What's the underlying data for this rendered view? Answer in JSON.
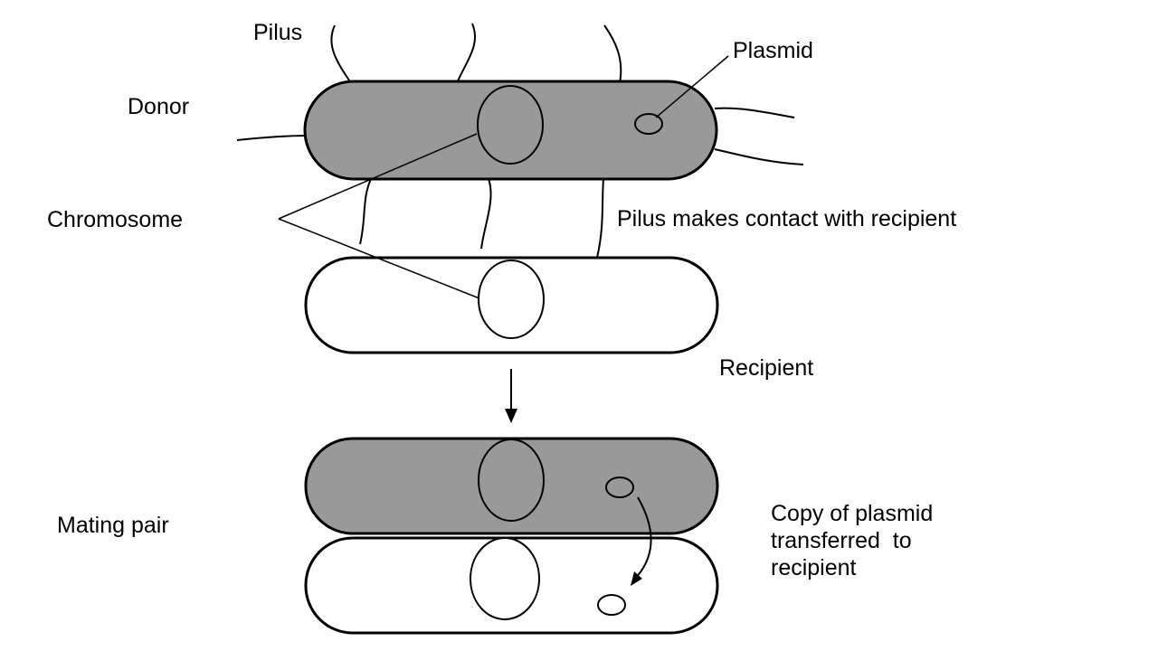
{
  "labels": {
    "pilus": "Pilus",
    "plasmid": "Plasmid",
    "donor": "Donor",
    "chromosome": "Chromosome",
    "pilus_contact": "Pilus makes contact with recipient",
    "recipient": "Recipient",
    "mating_pair": "Mating pair",
    "copy_line1": "Copy of plasmid",
    "copy_line2": "transferred  to",
    "copy_line3": "recipient"
  },
  "colors": {
    "donor_fill": "#999999",
    "recipient_fill": "#ffffff",
    "stroke": "#000000"
  }
}
